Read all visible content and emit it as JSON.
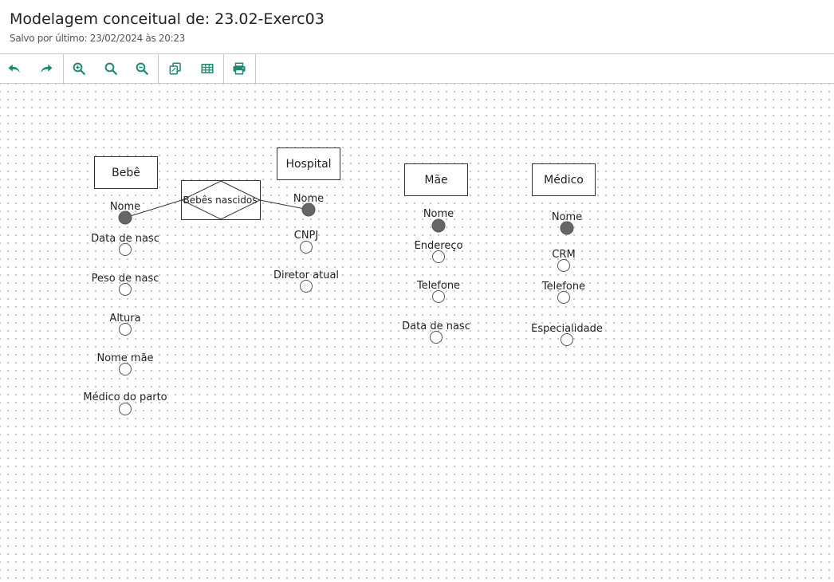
{
  "header": {
    "title": "Modelagem conceitual de: 23.02-Exerc03",
    "saved": "Salvo por último: 23/02/2024 às 20:23"
  },
  "toolbar": {
    "accent_color": "#1a8a72",
    "buttons": [
      {
        "name": "undo-icon"
      },
      {
        "name": "redo-icon"
      },
      {
        "name": "zoom-in-icon"
      },
      {
        "name": "zoom-reset-icon"
      },
      {
        "name": "zoom-out-icon"
      },
      {
        "name": "copy-icon"
      },
      {
        "name": "table-icon"
      },
      {
        "name": "print-icon"
      }
    ]
  },
  "diagram": {
    "entities": {
      "bebe": {
        "label": "Bebê",
        "attributes": [
          "Nome",
          "Data de nasc",
          "Peso de nasc",
          "Altura",
          "Nome mãe",
          "Médico do parto"
        ],
        "key_attributes": [
          "Nome"
        ]
      },
      "hospital": {
        "label": "Hospital",
        "attributes": [
          "Nome",
          "CNPJ",
          "Diretor atual"
        ],
        "key_attributes": [
          "Nome"
        ]
      },
      "mae": {
        "label": "Mãe",
        "attributes": [
          "Nome",
          "Endereço",
          "Telefone",
          "Data de nasc"
        ],
        "key_attributes": [
          "Nome"
        ]
      },
      "medico": {
        "label": "Médico",
        "attributes": [
          "Nome",
          "CRM",
          "Telefone",
          "Especialidade"
        ],
        "key_attributes": [
          "Nome"
        ]
      }
    },
    "relationships": {
      "bebes_nascidos": {
        "label": "Bebês nascidos",
        "connects": [
          "Bebê.Nome",
          "Hospital.Nome"
        ]
      }
    },
    "key_color": "#666666"
  }
}
